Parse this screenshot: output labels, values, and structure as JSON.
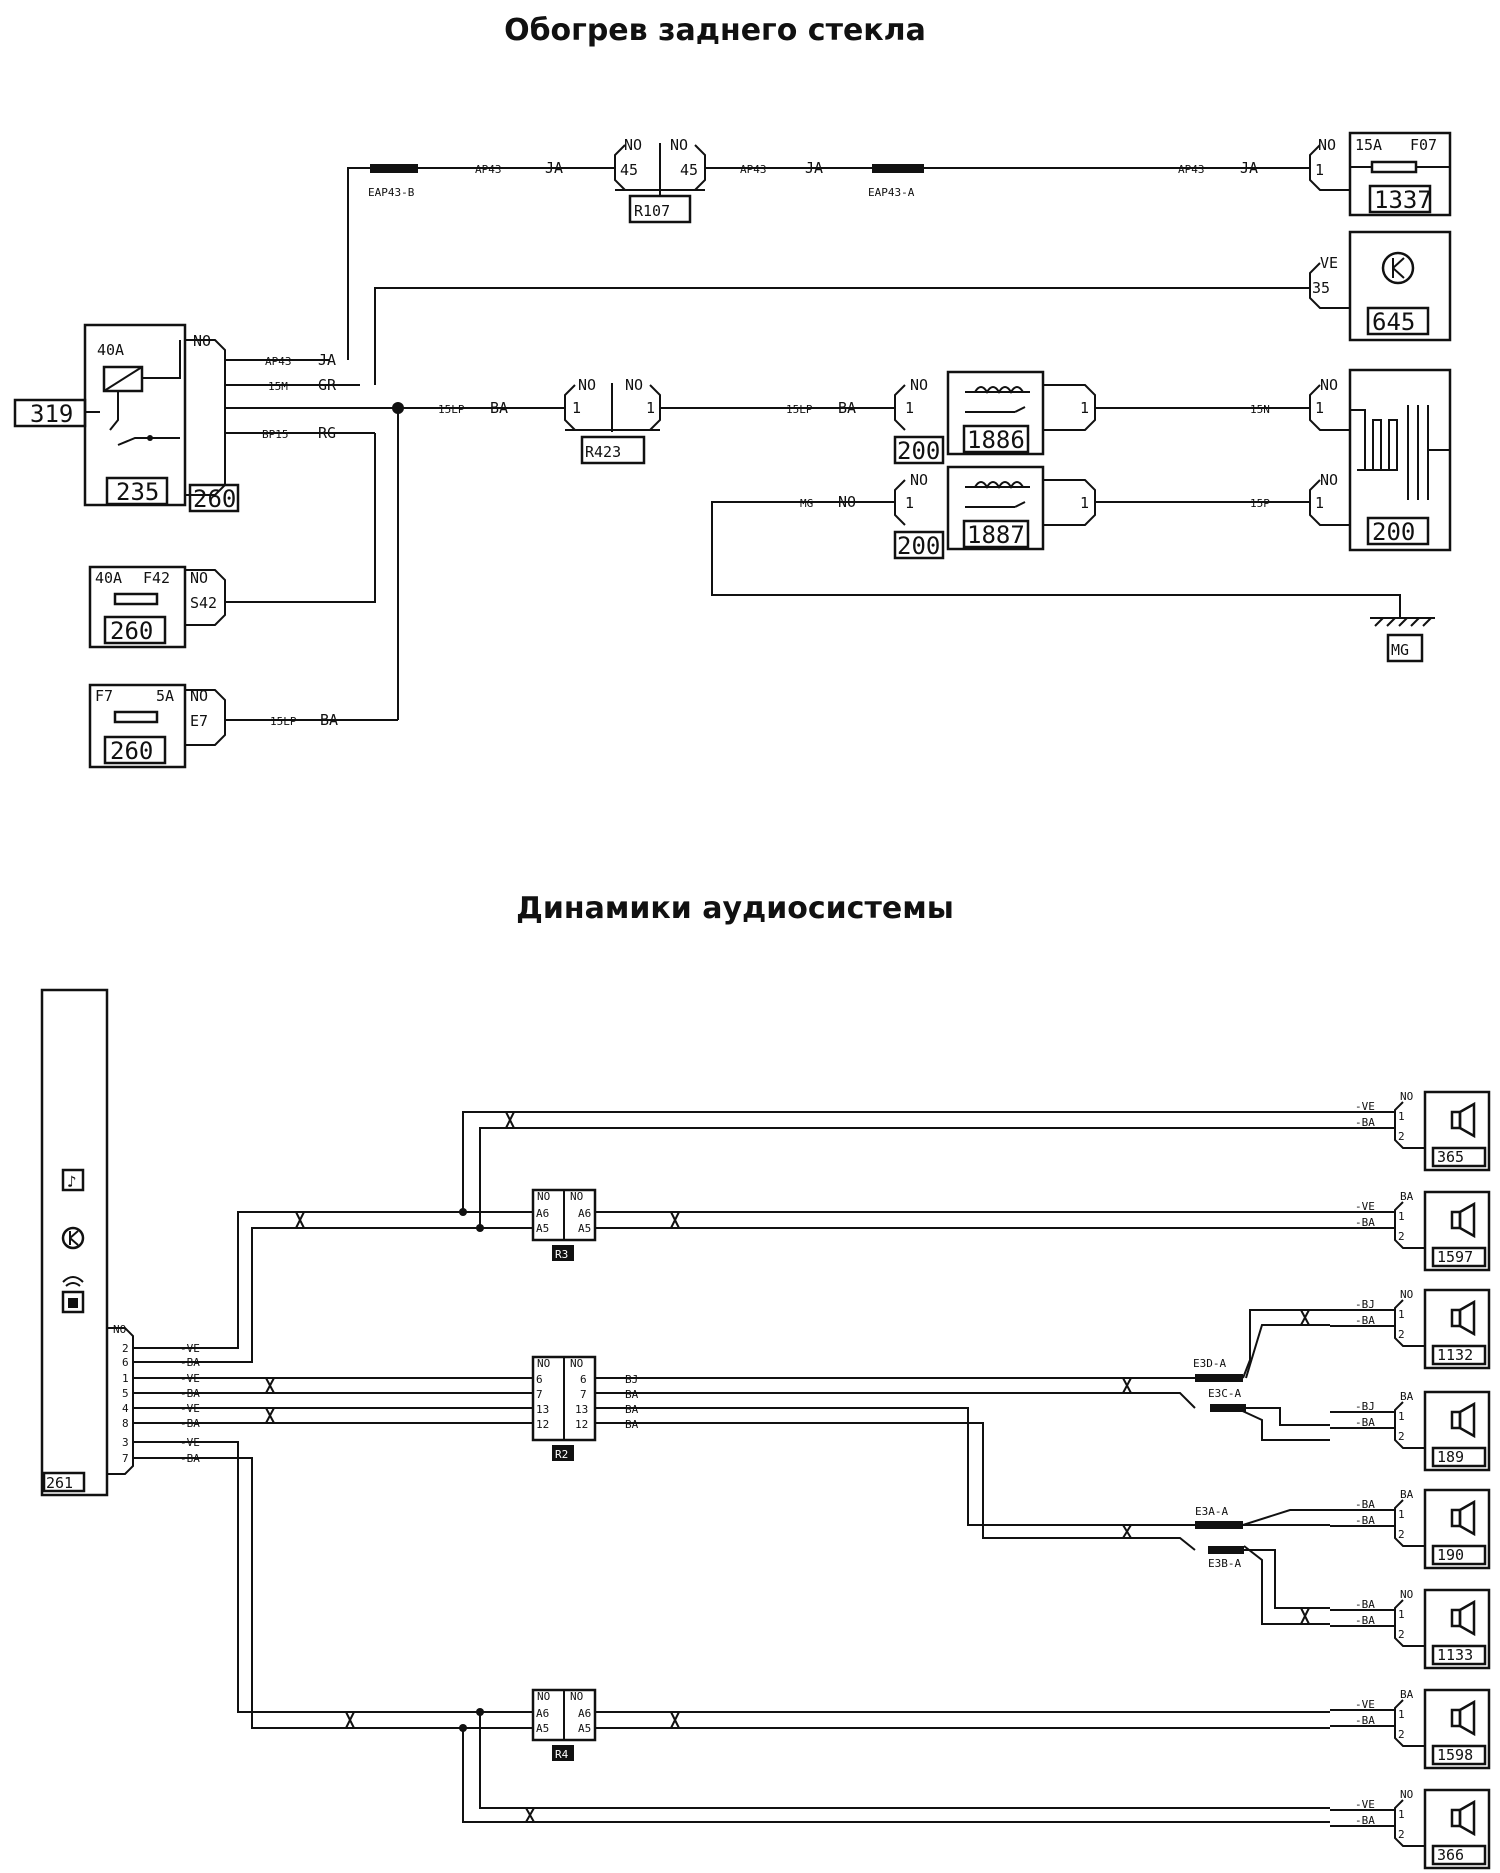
{
  "titles": {
    "heating": "Обогрев заднего стекла",
    "audio": "Динамики аудиосистемы"
  },
  "heating": {
    "components": {
      "c319": "319",
      "c235": "235",
      "c260a": "260",
      "relay_rating": "40A",
      "fuse_f42_rating": "40A",
      "fuse_f42": "F42",
      "c260b": "260",
      "s42": "S42",
      "fuse_f7": "F7",
      "fuse_f7_rating": "5A",
      "c260c": "260",
      "e7": "E7",
      "r107": "R107",
      "r423": "R423",
      "c1337": "1337",
      "fuse_f07_rating": "15A",
      "fuse_f07": "F07",
      "c645": "645",
      "c1886": "1886",
      "c1887": "1887",
      "c200a": "200",
      "c200b": "200",
      "c200c": "200",
      "mg": "MG"
    },
    "connector_labels": {
      "no": "NO",
      "ve": "VE",
      "pin1": "1",
      "pin35": "35",
      "pin45": "45"
    },
    "wires": {
      "ap43": "AP43",
      "ja": "JA",
      "m15": "15M",
      "gr": "GR",
      "bp15": "BP15",
      "rg": "RG",
      "lp15": "15LP",
      "ba": "BA",
      "n15": "15N",
      "p15": "15P",
      "mg": "MG",
      "no": "NO",
      "eap43b": "EAP43-B",
      "eap43a": "EAP43-A"
    }
  },
  "audio": {
    "head_unit": "261",
    "head_pins": [
      {
        "pin": "2",
        "wire": "VE"
      },
      {
        "pin": "6",
        "wire": "BA"
      },
      {
        "pin": "1",
        "wire": "VE"
      },
      {
        "pin": "5",
        "wire": "BA"
      },
      {
        "pin": "4",
        "wire": "VE"
      },
      {
        "pin": "8",
        "wire": "BA"
      },
      {
        "pin": "3",
        "wire": "VE"
      },
      {
        "pin": "7",
        "wire": "BA"
      }
    ],
    "head_no": "NO",
    "connectors": {
      "r3": "R3",
      "r2": "R2",
      "r4": "R4",
      "r3_pins": [
        "A6",
        "A5"
      ],
      "r2_pins": [
        "6",
        "7",
        "13",
        "12"
      ],
      "r4_pins": [
        "A6",
        "A5"
      ]
    },
    "splices": [
      "E3D-A",
      "E3C-A",
      "E3A-A",
      "E3B-A"
    ],
    "speakers": [
      {
        "id": "365",
        "tag": "NO",
        "wires": [
          "VE",
          "BA"
        ]
      },
      {
        "id": "1597",
        "tag": "BA",
        "wires": [
          "VE",
          "BA"
        ]
      },
      {
        "id": "1132",
        "tag": "NO",
        "wires": [
          "BJ",
          "BA"
        ]
      },
      {
        "id": "189",
        "tag": "BA",
        "wires": [
          "BJ",
          "BA"
        ]
      },
      {
        "id": "190",
        "tag": "BA",
        "wires": [
          "BA",
          "BA"
        ]
      },
      {
        "id": "1133",
        "tag": "NO",
        "wires": [
          "BA",
          "BA"
        ]
      },
      {
        "id": "1598",
        "tag": "BA",
        "wires": [
          "VE",
          "BA"
        ]
      },
      {
        "id": "366",
        "tag": "NO",
        "wires": [
          "VE",
          "BA"
        ]
      }
    ],
    "r2_out_wires": [
      "BJ",
      "BA",
      "BA",
      "BA"
    ],
    "pins": [
      "1",
      "2"
    ]
  },
  "icons": [
    "radio-icon",
    "car-key-icon",
    "remote-control-icon",
    "speaker-icon",
    "ground-icon",
    "fuse-icon",
    "relay-icon"
  ]
}
